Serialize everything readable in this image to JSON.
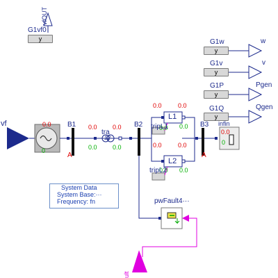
{
  "title": "",
  "generator": {
    "name": "G1vf0",
    "output": "y",
    "out_port_label": "vfOUT"
  },
  "monitors": [
    {
      "name": "G1w",
      "port": "y",
      "signal": "w"
    },
    {
      "name": "G1v",
      "port": "y",
      "signal": "v"
    },
    {
      "name": "G1P",
      "port": "y",
      "signal": "Pgen"
    },
    {
      "name": "G1Q",
      "port": "y",
      "signal": "Qgen"
    }
  ],
  "vf_input": "vf",
  "buses": {
    "b1": "B1",
    "b2": "B2",
    "b3": "B3",
    "bus_bottom": "A"
  },
  "transformer": {
    "label": "tra",
    "symbol": "12"
  },
  "lines": {
    "l1": "L1",
    "l2": "L2"
  },
  "trips": {
    "t1": "tripL1",
    "t2": "tripL2"
  },
  "infinite_bus": {
    "name": "infin"
  },
  "flow_values": {
    "zero": "0.0",
    "zero_short": "0",
    "dots": "..."
  },
  "system_data": {
    "line1": "System Data",
    "line2": "System Base:···",
    "line3": "Frequency: fn"
  },
  "fault": {
    "name": "pwFault4···",
    "input": "ult"
  },
  "colors": {
    "diagram": "#1c2a8c",
    "power": "#e00000",
    "reactive": "#00b000",
    "fault": "#e000e0"
  }
}
